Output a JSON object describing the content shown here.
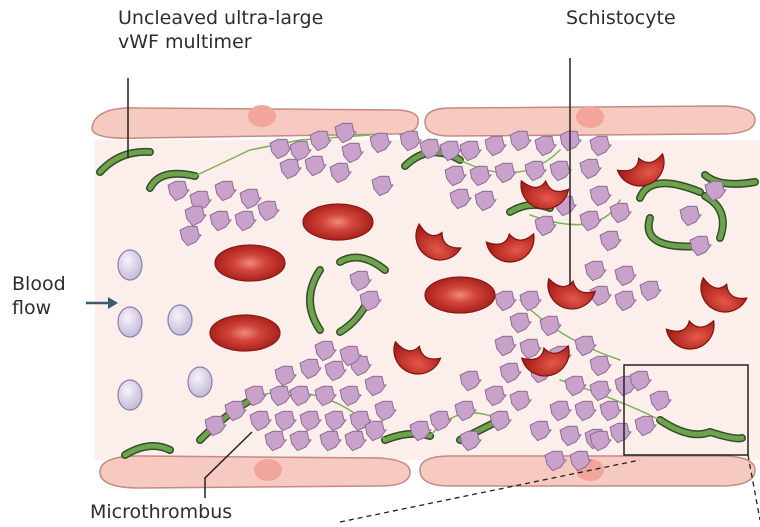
{
  "labels": {
    "vwf_line1": "Uncleaved ultra-large",
    "vwf_line2": "vWF multimer",
    "schistocyte": "Schistocyte",
    "blood": "Blood",
    "flow": "flow",
    "microthrombus": "Microthrombus"
  },
  "colors": {
    "vessel_wall": "#f6c9c1",
    "vessel_wall_outline": "#c58a82",
    "nucleus": "#f1a59b",
    "lumen": "#fcefeb",
    "platelet": "#c9a2cc",
    "platelet_outline": "#8d6a93",
    "vwf_strand": "#6ea24f",
    "vwf_outline": "#2f4f24",
    "rbc": "#c4342b",
    "rbc_center": "#e86b5d",
    "leukocyte": "#e2dcee",
    "arrow": "#3b5b6e"
  }
}
